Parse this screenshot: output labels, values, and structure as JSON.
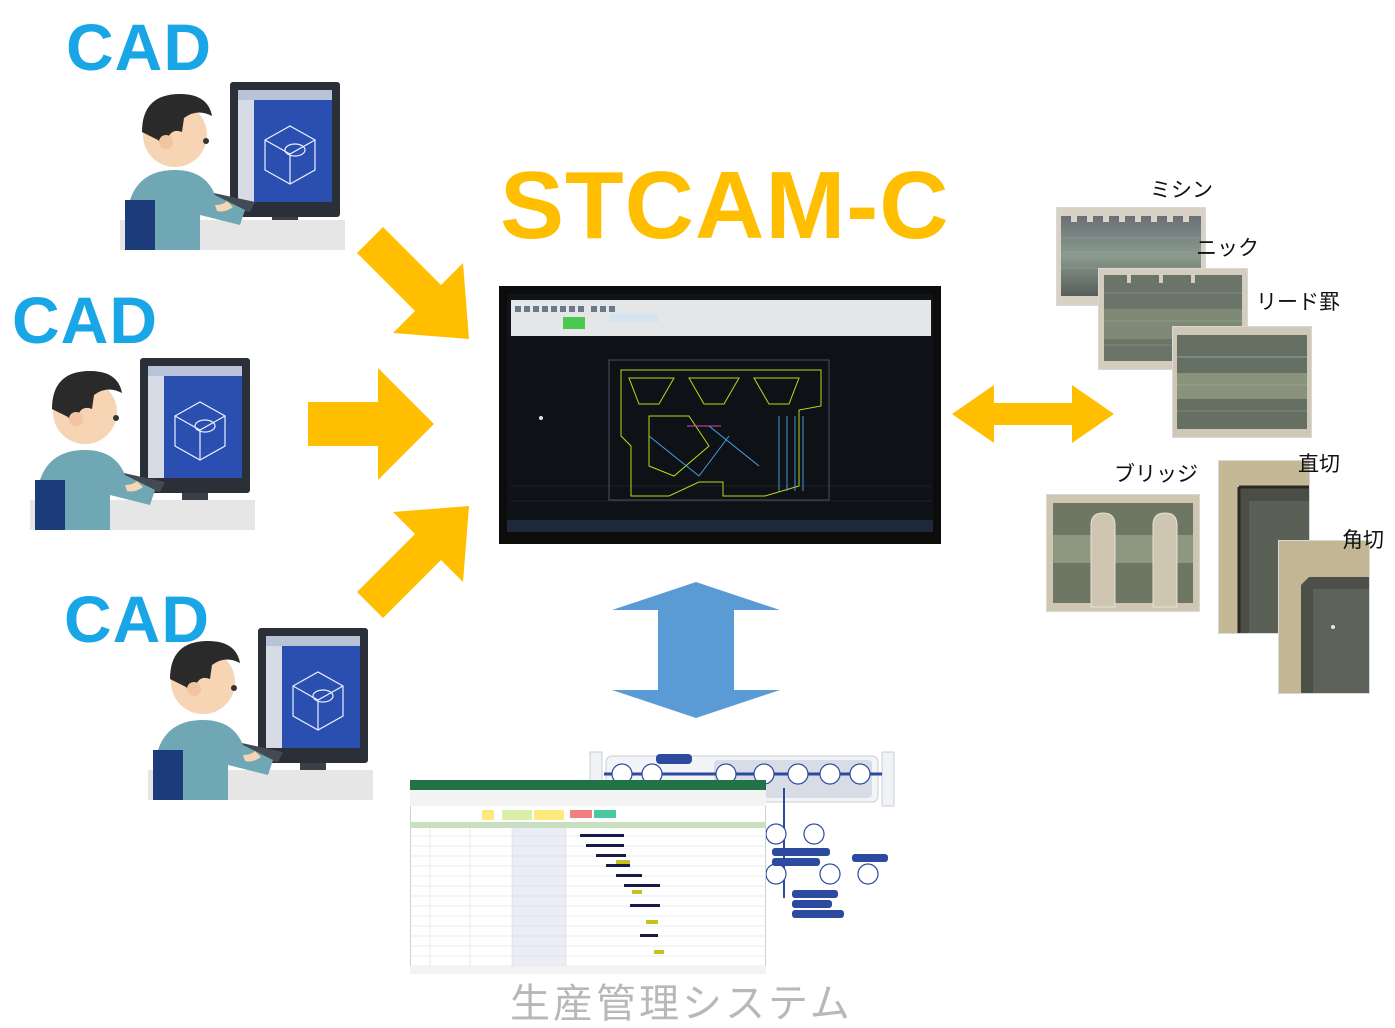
{
  "cad_labels": [
    "CAD",
    "CAD",
    "CAD"
  ],
  "main_title": "STCAM-C",
  "samples": {
    "mishin": "ミシン",
    "nick": "ニック",
    "lead": "リード罫",
    "bridge": "ブリッジ",
    "straight": "直切",
    "corner": "角切"
  },
  "bottom_label": "生産管理システム",
  "colors": {
    "cad_label": "#18a6e6",
    "main_title": "#ffbf00",
    "arrows": "#ffbf00",
    "vertical_arrow": "#5b9bd5",
    "bottom_label": "#b8b8b8"
  }
}
